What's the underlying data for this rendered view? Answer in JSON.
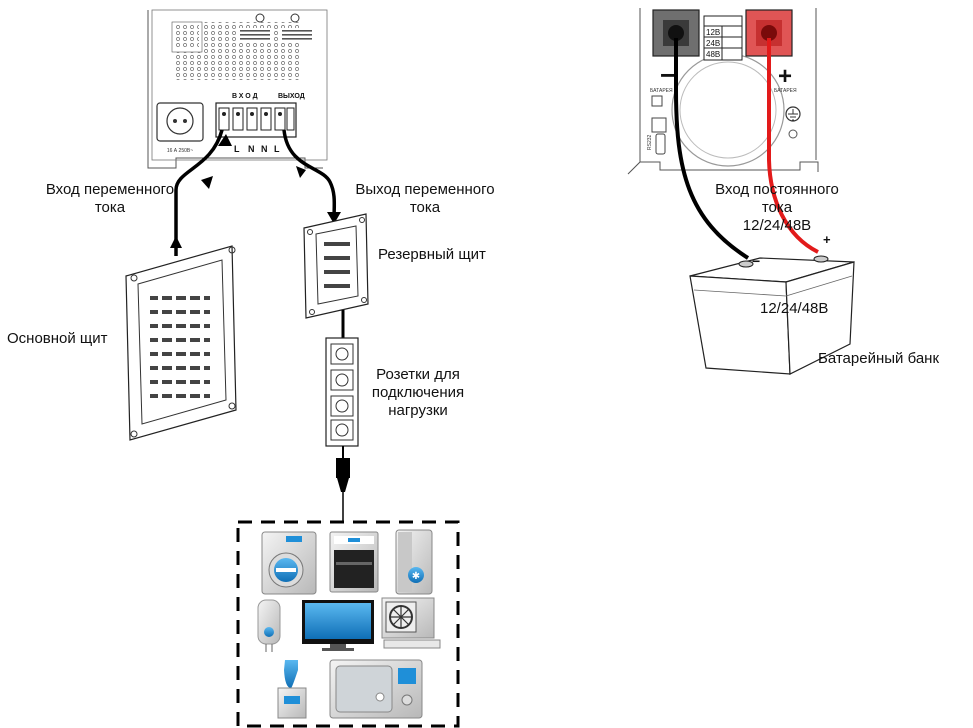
{
  "labels": {
    "ac_input": [
      "Вход переменного",
      "тока"
    ],
    "ac_output": [
      "Выход переменного",
      "тока"
    ],
    "main_panel": "Основной щит",
    "backup_panel": "Резервный щит",
    "sockets": [
      "Розетки для",
      "подключения",
      "нагрузки"
    ],
    "dc_input": [
      "Вход постоянного",
      "тока",
      "12/24/48В"
    ],
    "battery_voltage": "12/24/48В",
    "battery_bank": "Батарейный банк"
  },
  "inverter_panel": {
    "vhod": "ВХОД",
    "vyhod": "ВЫХОД",
    "terminals": [
      "L",
      "N",
      "N",
      "L"
    ],
    "socket_rating": "16 А 250В~"
  },
  "dc_panel": {
    "voltage_table": [
      "12В",
      "24В",
      "48В"
    ],
    "minus_sign": "−",
    "plus_sign": "+",
    "battery_label": "БАТАРЕЯ",
    "rs232": "RS232"
  },
  "battery_terminals": {
    "minus": "−",
    "plus": "+"
  },
  "colors": {
    "positive_cable": "#e21a1a",
    "negative_cable": "#111111",
    "appliance_blue": "#1f8fd8",
    "terminal_red": "#e04848",
    "terminal_grey": "#7a7a7a"
  },
  "appliances": [
    "washing-machine",
    "oven",
    "refrigerator",
    "water-heater",
    "tv",
    "air-conditioner",
    "water-dispenser",
    "microwave"
  ]
}
